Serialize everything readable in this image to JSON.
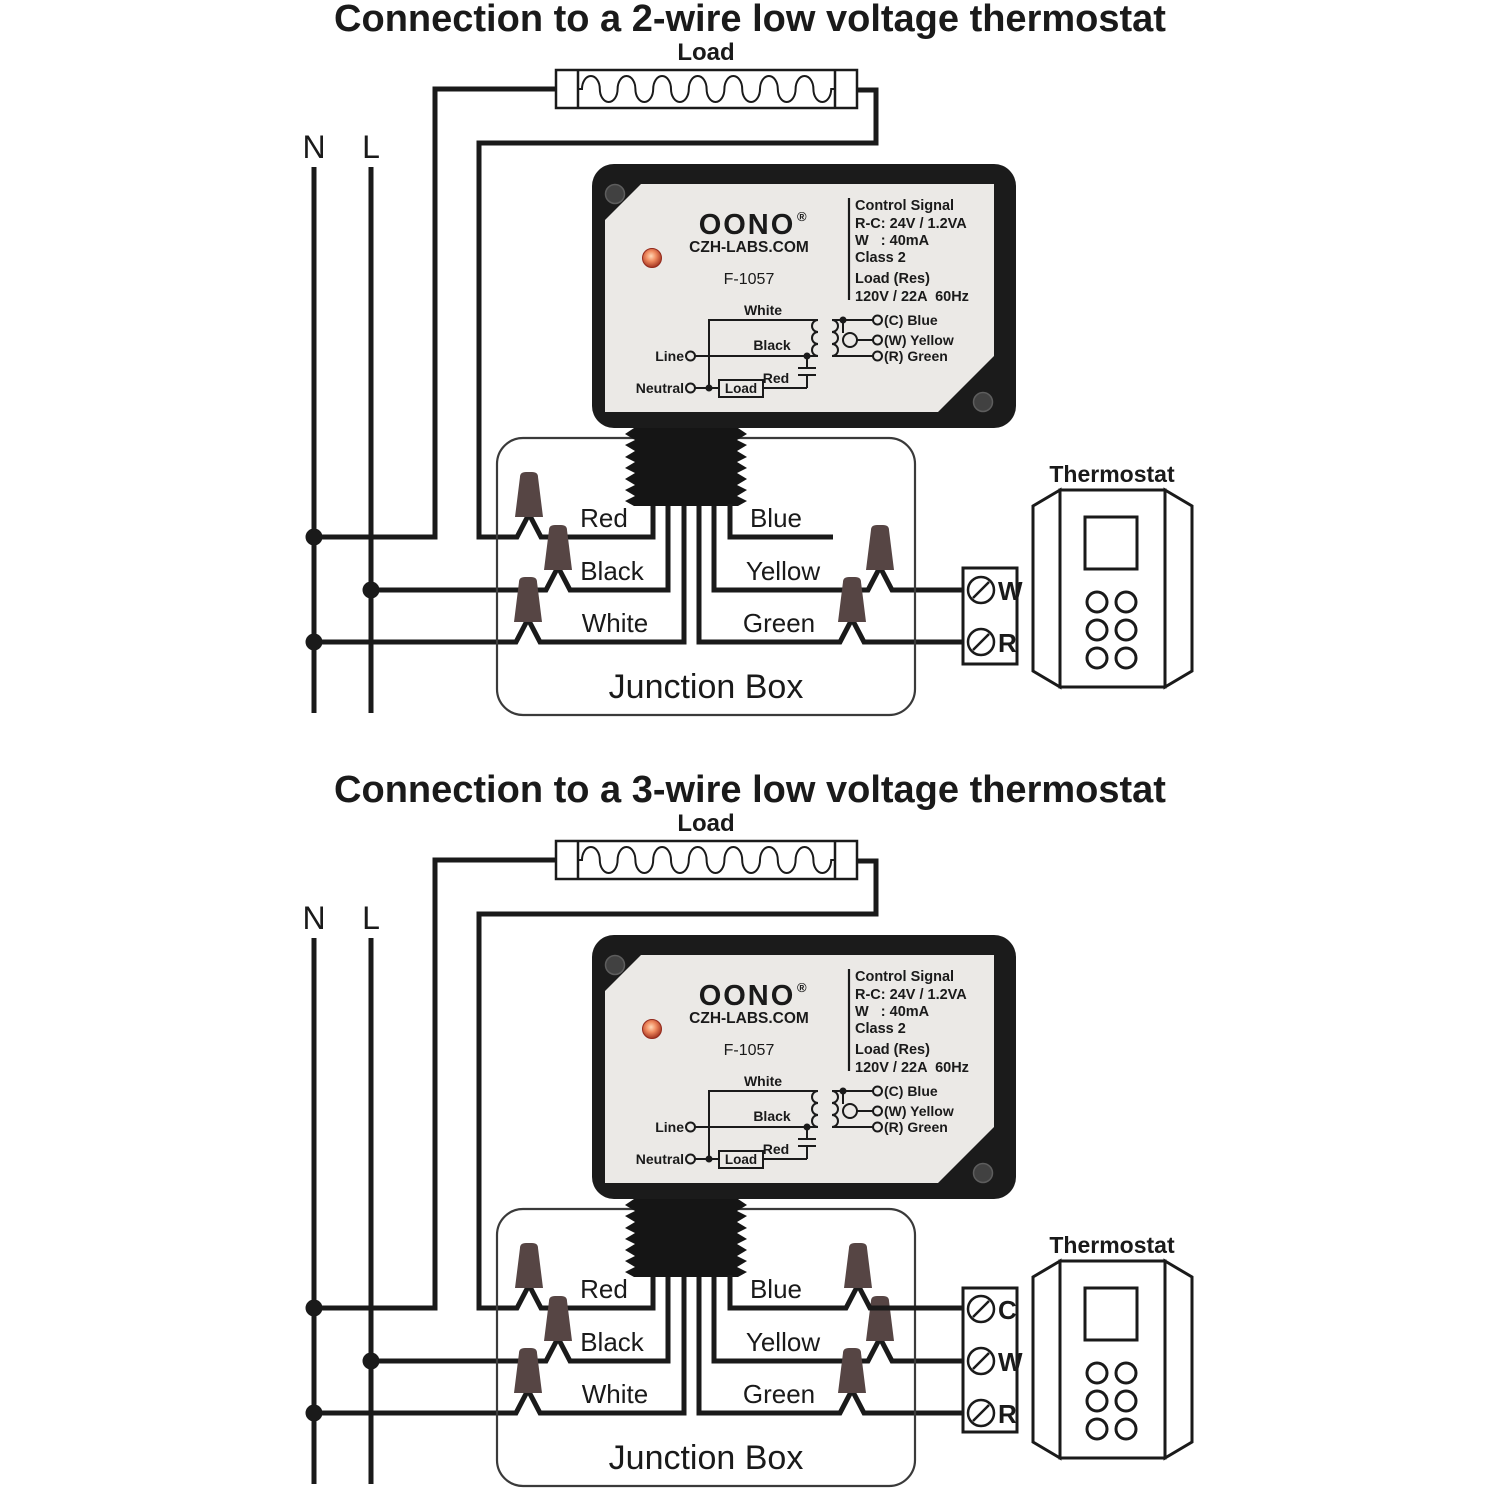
{
  "shared": {
    "load_label": "Load",
    "neutral_label": "N",
    "line_label": "L",
    "junction_box_label": "Junction Box",
    "thermostat_label": "Thermostat",
    "wires": {
      "red": "Red",
      "black": "Black",
      "white": "White",
      "blue": "Blue",
      "yellow": "Yellow",
      "green": "Green"
    }
  },
  "diagram_2wire": {
    "title": "Connection to a 2-wire low voltage thermostat",
    "terminals": {
      "w": "W",
      "r": "R"
    }
  },
  "diagram_3wire": {
    "title": "Connection to a 3-wire low voltage thermostat",
    "terminals": {
      "c": "C",
      "w": "W",
      "r": "R"
    }
  },
  "relay": {
    "brand": "OONO",
    "trademark": "®",
    "website": "CZH-LABS.COM",
    "model": "F-1057",
    "specs": {
      "heading": "Control Signal",
      "rc": "R-C: 24V / 1.2VA",
      "w": "W   : 40mA",
      "class2": "Class 2",
      "load_res": "Load (Res)",
      "rating": "120V / 22A  60Hz"
    },
    "schematic": {
      "white": "White",
      "black": "Black",
      "red": "Red",
      "line": "Line",
      "neutral": "Neutral",
      "load": "Load",
      "out_c": "(C) Blue",
      "out_w": "(W) Yellow",
      "out_r": "(R) Green"
    }
  },
  "colors": {
    "ink": "#1a1a1a",
    "relay_body": "#1b1b1b",
    "relay_plate": "#ebe9e6",
    "wire_nut": "#564544",
    "led_core": "#ffd9b8",
    "led_mid": "#f08a5f",
    "led_edge": "#a33420",
    "screw": "#414141"
  }
}
